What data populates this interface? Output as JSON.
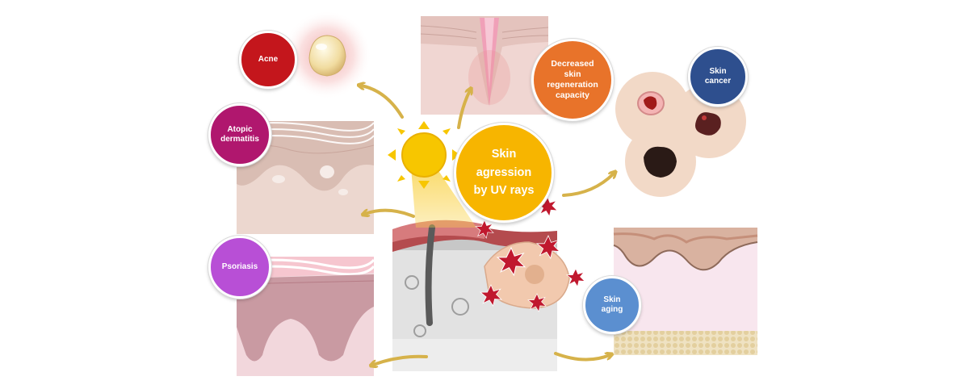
{
  "center_label": "Skin\nagression\nby UV rays",
  "conditions": {
    "acne": "Acne",
    "atopic_dermatitis": "Atopic\ndermatitis",
    "psoriasis": "Psoriasis",
    "decreased_regeneration": "Decreased\nskin\nregeneration\ncapacity",
    "skin_cancer": "Skin\ncancer",
    "skin_aging": "Skin\naging"
  },
  "colors": {
    "acne": "#c4161c",
    "atopic_dermatitis": "#b0176e",
    "psoriasis": "#b84fd6",
    "decreased_regeneration": "#e8732a",
    "center": "#f7b500",
    "skin_cancer": "#2e4f8e",
    "skin_aging": "#5b8fd0",
    "arrow": "#d6b24a",
    "ros": "#c0182e"
  },
  "icons": [
    "sun-icon",
    "ros-star-icon",
    "arrow-icon"
  ]
}
